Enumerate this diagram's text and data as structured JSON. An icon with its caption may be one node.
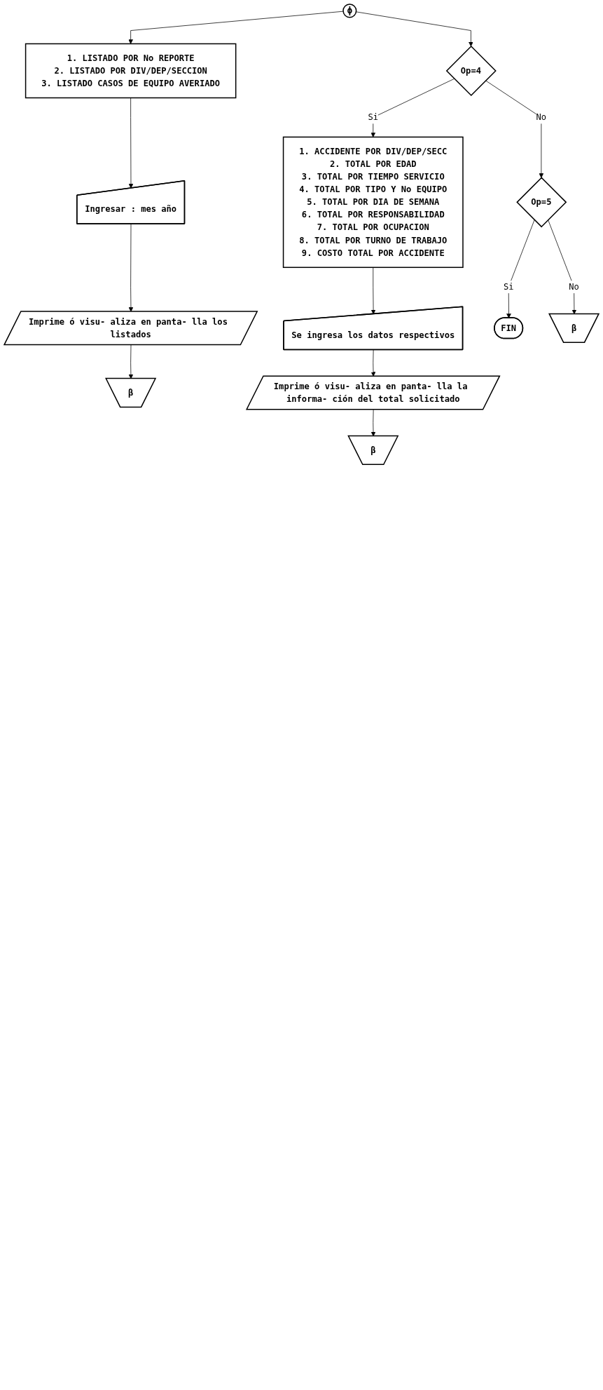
{
  "diagram": {
    "nodes": [
      {
        "text": [
          "ϕ"
        ]
      },
      {
        "text": [
          "1. LISTADO POR No REPORTE",
          "2. LISTADO POR DIV/DEP/SECCION",
          "3. LISTADO CASOS DE EQUIPO AVERIADO"
        ]
      },
      {
        "text": [
          "Ingresar : mes año"
        ]
      },
      {
        "text": [
          "Imprime ó visu- aliza en panta- lla los listados"
        ]
      },
      {
        "text": [
          "β"
        ]
      },
      {
        "text": [
          "Op=4"
        ]
      },
      {
        "text": [
          "1. ACCIDENTE POR DIV/DEP/SECC",
          "2. TOTAL POR EDAD",
          "3. TOTAL POR TIEMPO SERVICIO",
          "4. TOTAL POR TIPO Y No EQUIPO",
          "5. TOTAL POR DIA DE SEMANA",
          "6. TOTAL POR RESPONSABILIDAD",
          "7. TOTAL POR OCUPACION",
          "8. TOTAL POR TURNO DE TRABAJO",
          "9. COSTO TOTAL POR ACCIDENTE"
        ]
      },
      {
        "text": [
          "Se ingresa los datos respectivos"
        ]
      },
      {
        "text": [
          "Imprime ó visu- aliza en panta- lla la informa- ción del total solicitado"
        ]
      },
      {
        "text": [
          "β"
        ]
      },
      {
        "text": [
          "Op=5"
        ]
      },
      {
        "text": [
          "FIN"
        ]
      },
      {
        "text": [
          "β"
        ]
      }
    ],
    "edges": [
      {
        "from": 0,
        "to": 1,
        "arrow": "to"
      },
      {
        "from": 1,
        "to": 2,
        "arrow": "to"
      },
      {
        "from": 2,
        "to": 3,
        "arrow": "to"
      },
      {
        "from": 3,
        "to": 4,
        "arrow": "to"
      },
      {
        "from": 0,
        "to": 5,
        "arrow": "to"
      },
      {
        "from": 5,
        "to": 6,
        "arrow": "to",
        "label": "Si"
      },
      {
        "from": 6,
        "to": 7,
        "arrow": "to"
      },
      {
        "from": 7,
        "to": 8,
        "arrow": "to"
      },
      {
        "from": 8,
        "to": 9,
        "arrow": "to"
      },
      {
        "from": 5,
        "to": 10,
        "arrow": "to",
        "label": "No"
      },
      {
        "from": 10,
        "to": 11,
        "arrow": "to",
        "label": "Si"
      },
      {
        "from": 10,
        "to": 12,
        "arrow": "to",
        "label": "No"
      }
    ]
  }
}
